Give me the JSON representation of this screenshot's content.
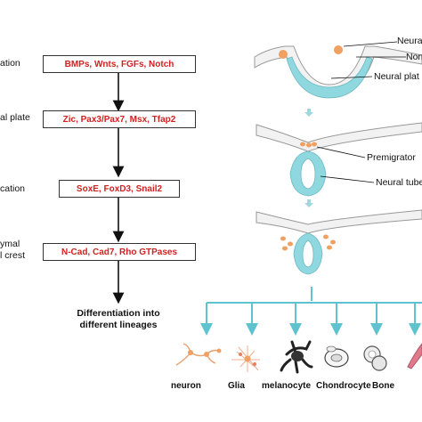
{
  "stages": {
    "induction": "ation",
    "neural_plate": "al plate",
    "specification": "cation",
    "emt_line1": "ymal",
    "emt_line2": "l crest"
  },
  "boxes": {
    "induction": "BMPs, Wnts, FGFs, Notch",
    "neural_plate": "Zic, Pax3/Pax7, Msx, Tfap2",
    "specification": "SoxE, FoxD3, Snail2",
    "emt": "N-Cad, Cad7, Rho GTPases"
  },
  "differentiation": {
    "line1": "Differentiation into",
    "line2": "different lineages"
  },
  "tube_labels": {
    "neural": "Neura",
    "non": "Non",
    "neural_plate": "Neural plat",
    "premigratory": "Premigrator",
    "neural_tube": "Neural tube"
  },
  "lineages": [
    "neuron",
    "Glia",
    "melanocyte",
    "Chondrocyte",
    "Bone"
  ],
  "colors": {
    "box_text": "#d32020",
    "tube": "#8fd8e0",
    "crest": "#f0a060",
    "connector": "#5fc3cf"
  }
}
